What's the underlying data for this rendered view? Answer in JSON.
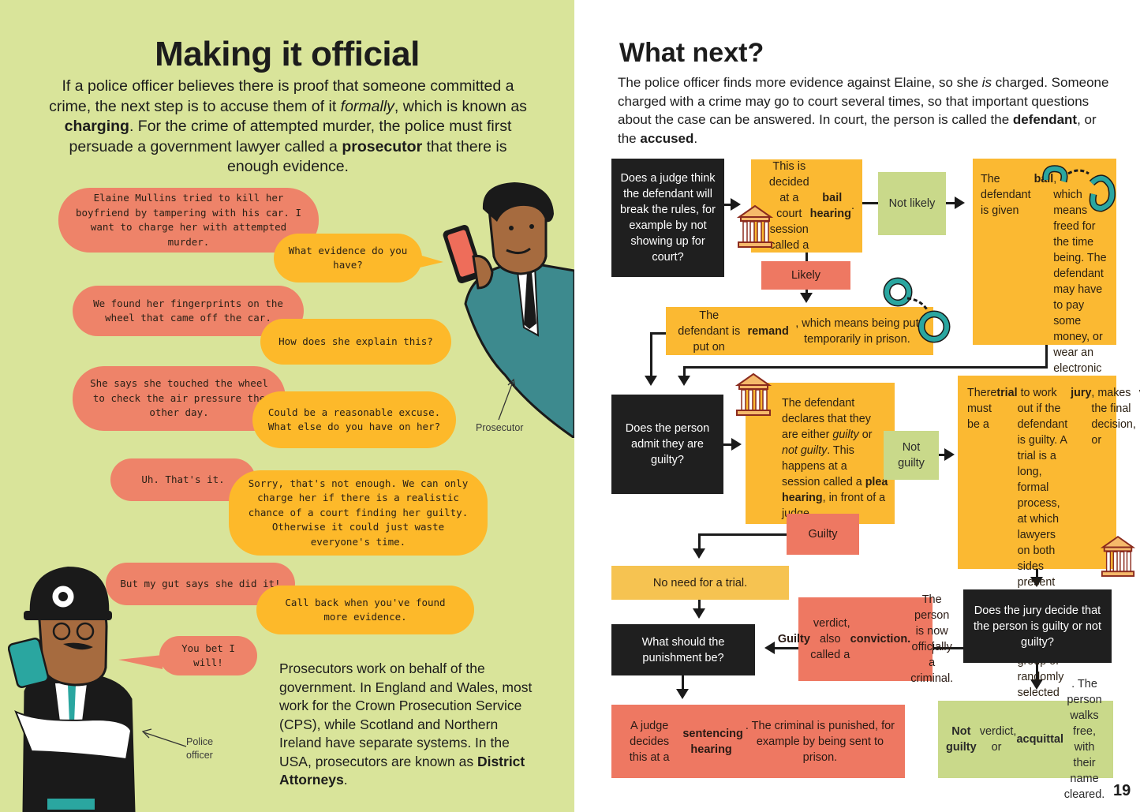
{
  "left": {
    "title": "Making it official",
    "intro": "If a police officer believes there is proof that someone committed a crime, the next step is to accuse them of it formally, which is known as charging. For the crime of attempted murder, the police must first persuade a government lawyer called a prosecutor that there is enough evidence.",
    "dialogue": [
      {
        "speaker": "police",
        "text": "Elaine Mullins tried to kill her boyfriend by tampering with his car. I want to charge her with attempted murder."
      },
      {
        "speaker": "prosecutor",
        "text": "What evidence do you have?"
      },
      {
        "speaker": "police",
        "text": "We found her fingerprints on the wheel that came off the car."
      },
      {
        "speaker": "prosecutor",
        "text": "How does she explain this?"
      },
      {
        "speaker": "police",
        "text": "She says she touched the wheel to check the air pressure the other day."
      },
      {
        "speaker": "prosecutor",
        "text": "Could be a reasonable excuse. What else do you have on her?"
      },
      {
        "speaker": "police",
        "text": "Uh. That's it."
      },
      {
        "speaker": "prosecutor",
        "text": "Sorry, that's not enough. We can only charge her if there is a realistic chance of a court finding her guilty. Otherwise it could just waste everyone's time."
      },
      {
        "speaker": "police",
        "text": "But my gut says she did it!"
      },
      {
        "speaker": "prosecutor",
        "text": "Call back when you've found more evidence."
      },
      {
        "speaker": "police",
        "text": "You bet I will!"
      }
    ],
    "captions": {
      "prosecutor": "Prosecutor",
      "police_officer": "Police officer"
    },
    "footer": "Prosecutors work on behalf of the government. In England and Wales, most work for the Crown Prosecution Service (CPS), while Scotland and Northern Ireland have separate systems. In the USA, prosecutors are known as District Attorneys.",
    "colors": {
      "background": "#d9e49a",
      "police_bubble": "#ee8369",
      "prosecutor_bubble": "#fdb92a"
    }
  },
  "right": {
    "title": "What next?",
    "intro": "The police officer finds more evidence against Elaine, so she is charged. Someone charged with a crime may go to court several times, so that important questions about the case can be answered. In court, the person is called the defendant, or the accused.",
    "flow": {
      "q_bail": "Does a judge think the defendant will break the rules, for example by not showing up for court?",
      "bail_hearing": "This is decided at a court session called a bail hearing.",
      "not_likely": "Not likely",
      "bail": "The defendant is given bail, which means freed for the time being. The defendant may have to pay some money, or wear an electronic tag so police officers can track their location.",
      "likely": "Likely",
      "remand": "The defendant is put on remand, which means being put temporarily in prison.",
      "q_admit": "Does the person admit they are guilty?",
      "plea_hearing": "The defendant declares that they are either guilty or not guilty. This happens at a session called a plea hearing, in front of a judge.",
      "not_guilty_label": "Not guilty",
      "trial": "There must be a trial to work out if the defendant is guilty. A trial is a long, formal process, at which lawyers on both sides present evidence. For serious crimes, a group of randomly selected members of the public, called a jury, makes the final decision, or verdict.",
      "guilty_label": "Guilty",
      "no_trial": "No need for a trial.",
      "q_jury": "Does the jury decide that the person is guilty or not guilty?",
      "guilty_verdict": "Guilty verdict, also called a conviction. The person is now officially a criminal.",
      "q_punishment": "What should the punishment be?",
      "sentencing": "A judge decides this at a sentencing hearing. The criminal is punished, for example by being sent to prison.",
      "not_guilty_verdict": "Not guilty verdict, or acquittal. The person walks free, with their name cleared."
    },
    "page_number": "19",
    "colors": {
      "dark": "#1f1f1f",
      "yellow": "#fbb932",
      "green": "#c9d98a",
      "red": "#ee7862",
      "teal": "#2aa6a0"
    }
  }
}
